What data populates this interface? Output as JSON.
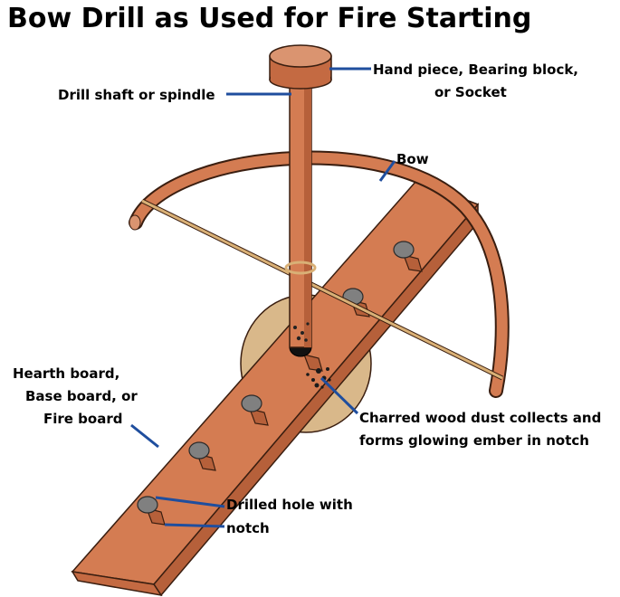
{
  "title": "Bow Drill as Used for Fire Starting",
  "labels": {
    "hand_piece_1": "Hand piece, Bearing block,",
    "hand_piece_2": "or Socket",
    "drill_shaft": "Drill shaft or spindle",
    "bow": "Bow",
    "hearth_1": "Hearth board,",
    "hearth_2": "Base board, or",
    "hearth_3": "Fire board",
    "charred_1": "Charred wood dust collects and",
    "charred_2": "forms glowing ember in notch",
    "drilled_1": "Drilled hole with",
    "drilled_2": "notch"
  },
  "colors": {
    "wood": "#d47c52",
    "wood_light": "#da9470",
    "wood_dark": "#b6603a",
    "outline": "#3a1e10",
    "base_disk": "#d9b88a",
    "string": "#d9b076",
    "leader": "#1f4e9e",
    "text": "#000000"
  }
}
